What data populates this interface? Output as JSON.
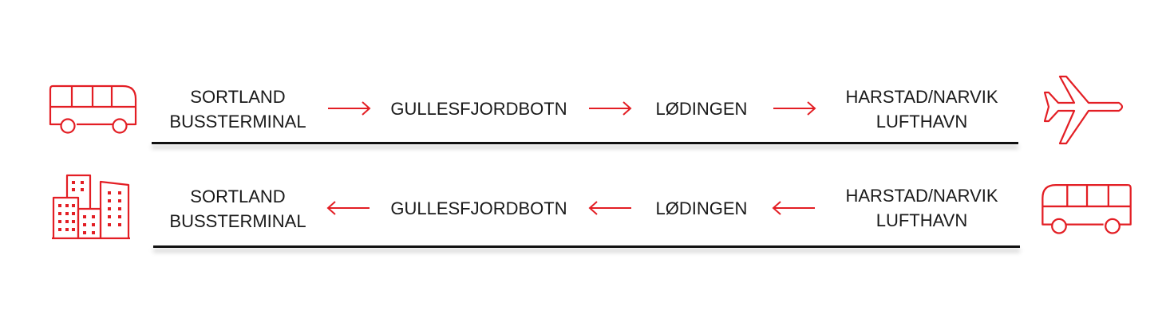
{
  "colors": {
    "accent": "#e31e24",
    "line": "#111111",
    "text": "#1a1a1a"
  },
  "route_outbound": {
    "start_icon": "bus-icon",
    "end_icon": "airplane-icon",
    "stops": [
      {
        "line1": "SORTLAND",
        "line2": "BUSSTERMINAL"
      },
      {
        "line1": "GULLESFJORDBOTN",
        "line2": ""
      },
      {
        "line1": "LØDINGEN",
        "line2": ""
      },
      {
        "line1": "HARSTAD/NARVIK",
        "line2": "LUFTHAVN"
      }
    ],
    "arrow_direction": "right"
  },
  "route_return": {
    "start_icon": "city-buildings-icon",
    "end_icon": "bus-icon",
    "stops": [
      {
        "line1": "SORTLAND",
        "line2": "BUSSTERMINAL"
      },
      {
        "line1": "GULLESFJORDBOTN",
        "line2": ""
      },
      {
        "line1": "LØDINGEN",
        "line2": ""
      },
      {
        "line1": "HARSTAD/NARVIK",
        "line2": "LUFTHAVN"
      }
    ],
    "arrow_direction": "left"
  }
}
